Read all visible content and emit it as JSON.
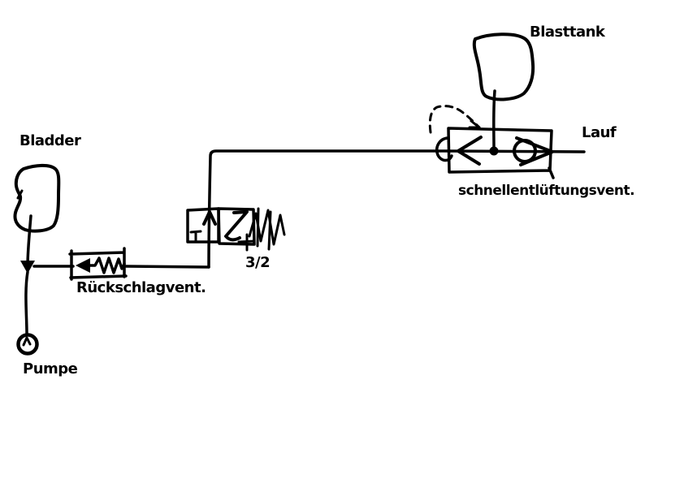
{
  "canvas": {
    "background_color": "#ffffff",
    "ink_color": "#000000"
  },
  "diagram": {
    "type": "hand-drawn pneumatic schematic",
    "components": [
      {
        "id": "bladder",
        "label": "Bladder"
      },
      {
        "id": "blasttank",
        "label": "Blasttank"
      },
      {
        "id": "lauf-port",
        "label": "Lauf"
      },
      {
        "id": "quick-exhaust-valve",
        "label": "schnellentlüftungsvent."
      },
      {
        "id": "check-valve",
        "label": "Rückschlagvent."
      },
      {
        "id": "pump",
        "label": "Pumpe"
      },
      {
        "id": "valve-3-2",
        "label": "3/2"
      }
    ]
  }
}
